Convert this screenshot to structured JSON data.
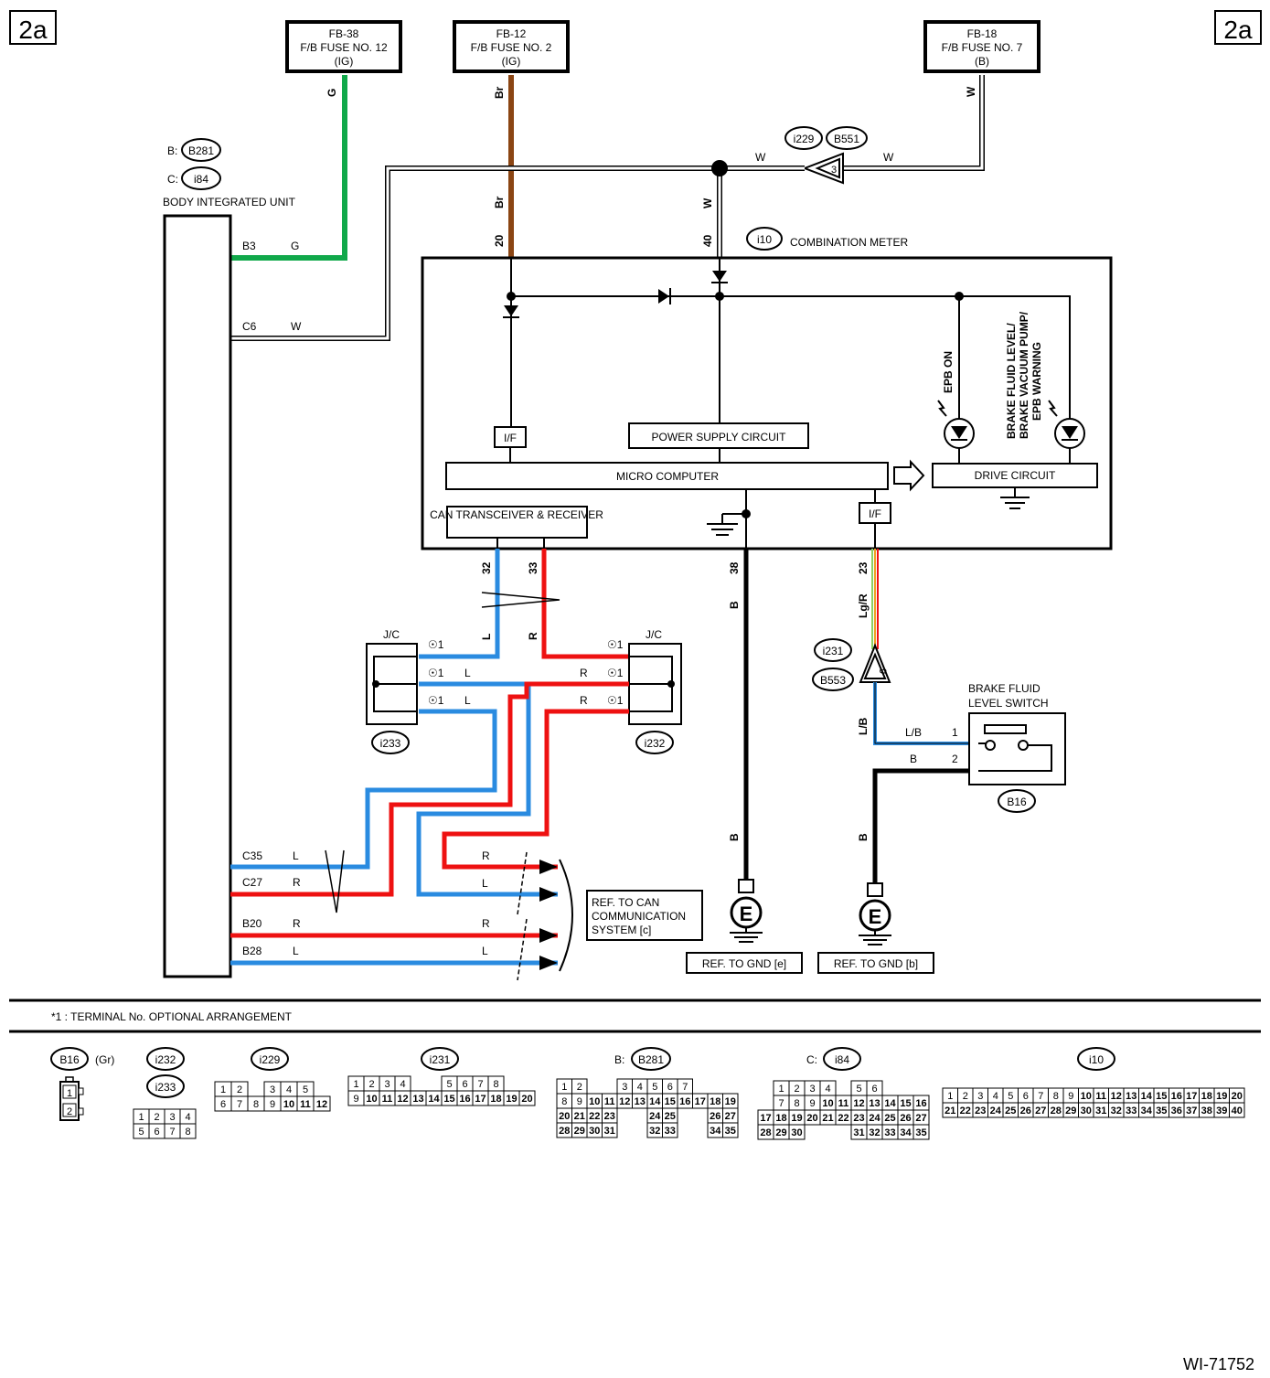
{
  "page_tag": "2a",
  "figure_id": "WI-71752",
  "colors": {
    "green": "#10a84a",
    "brown": "#8b4513",
    "red": "#ee1111",
    "blue": "#2a8be0",
    "black": "#000000",
    "orange": "#f0a020",
    "lgreen": "#8fcf60"
  },
  "fuses": [
    {
      "id": "FB-38",
      "name": "F/B FUSE NO. 12",
      "type": "(IG)",
      "wire": "G"
    },
    {
      "id": "FB-12",
      "name": "F/B FUSE NO. 2",
      "type": "(IG)",
      "wire": "Br"
    },
    {
      "id": "FB-18",
      "name": "F/B FUSE NO. 7",
      "type": "(B)",
      "wire": "W"
    }
  ],
  "biu": {
    "title": "BODY INTEGRATED UNIT",
    "prefix_b": "B:",
    "prefix_c": "C:",
    "conn_b": "B281",
    "conn_c": "i84",
    "pins": [
      {
        "pin": "B3",
        "wire": "G"
      },
      {
        "pin": "C6",
        "wire": "W"
      },
      {
        "pin": "C35",
        "wire": "L"
      },
      {
        "pin": "C27",
        "wire": "R"
      },
      {
        "pin": "B20",
        "wire": "R"
      },
      {
        "pin": "B28",
        "wire": "L"
      }
    ]
  },
  "joint": {
    "conn_a": "i229",
    "conn_b": "B551",
    "pin": "3",
    "wire_left": "W",
    "wire_right": "W"
  },
  "meter": {
    "conn": "i10",
    "title": "COMBINATION METER",
    "pin_br": "20",
    "wire_br": "Br",
    "pin_w": "40",
    "wire_w": "W",
    "if_label": "I/F",
    "power_supply": "POWER SUPPLY CIRCUIT",
    "micro": "MICRO COMPUTER",
    "can": "CAN TRANSCEIVER & RECEIVER",
    "drive": "DRIVE CIRCUIT",
    "led1": "EPB ON",
    "led2_l1": "BRAKE FLUID LEVEL/",
    "led2_l2": "BRAKE VACUUM PUMP/",
    "led2_l3": "EPB WARNING",
    "pin32": "32",
    "pin33": "33",
    "pin38": "38",
    "pin23": "23"
  },
  "wires": {
    "L": "L",
    "R": "R",
    "B": "B",
    "LgR": "Lg/R",
    "LB": "L/B"
  },
  "jc": {
    "title": "J/C",
    "left_conn": "i233",
    "right_conn": "i232",
    "star": "☉1"
  },
  "jp2": {
    "conn_a": "i231",
    "conn_b": "B553",
    "pin": "9"
  },
  "switch": {
    "title_l1": "BRAKE FLUID",
    "title_l2": "LEVEL SWITCH",
    "conn": "B16",
    "pin1": "1",
    "pin2": "2",
    "wire1": "L/B",
    "wire2": "B"
  },
  "refs": {
    "can_l1": "REF. TO CAN",
    "can_l2": "COMMUNICATION",
    "can_l3": "SYSTEM [c]",
    "gnd_e": "REF. TO GND [e]",
    "gnd_b": "REF. TO GND [b]",
    "e": "E"
  },
  "footnote": "*1  : TERMINAL No. OPTIONAL ARRANGEMENT",
  "connectors": {
    "B16": {
      "label": "B16",
      "note": "(Gr)",
      "pins": [
        "1",
        "2"
      ]
    },
    "i232": {
      "label": "i232"
    },
    "i233": {
      "label": "i233",
      "rows": [
        [
          "1",
          "2",
          "3",
          "4"
        ],
        [
          "5",
          "6",
          "7",
          "8"
        ]
      ]
    },
    "i229": {
      "label": "i229",
      "rows": [
        [
          "1",
          "2",
          "",
          "3",
          "4",
          "5"
        ],
        [
          "6",
          "7",
          "8",
          "9",
          "10",
          "11",
          "12"
        ]
      ]
    },
    "i231": {
      "label": "i231",
      "rows": [
        [
          "1",
          "2",
          "3",
          "4",
          "",
          "",
          "5",
          "6",
          "7",
          "8"
        ],
        [
          "9",
          "10",
          "11",
          "12",
          "13",
          "14",
          "15",
          "16",
          "17",
          "18",
          "19",
          "20"
        ]
      ]
    },
    "B281": {
      "prefix": "B:",
      "label": "B281",
      "rows": [
        [
          "1",
          "2",
          "",
          "",
          "3",
          "4",
          "5",
          "6",
          "7"
        ],
        [
          "8",
          "9",
          "10",
          "11",
          "12",
          "13",
          "14",
          "15",
          "16",
          "17",
          "18",
          "19"
        ],
        [
          "20",
          "21",
          "22",
          "23",
          "",
          "",
          "24",
          "25",
          "",
          "",
          "26",
          "27"
        ],
        [
          "28",
          "29",
          "30",
          "31",
          "",
          "",
          "32",
          "33",
          "",
          "",
          "34",
          "35"
        ]
      ]
    },
    "i84": {
      "prefix": "C:",
      "label": "i84",
      "rows": [
        [
          "",
          "1",
          "2",
          "3",
          "4",
          "",
          "5",
          "6"
        ],
        [
          "",
          "7",
          "8",
          "9",
          "10",
          "11",
          "12",
          "13",
          "14",
          "15",
          "16"
        ],
        [
          "17",
          "18",
          "19",
          "20",
          "21",
          "22",
          "23",
          "24",
          "25",
          "26",
          "27"
        ],
        [
          "28",
          "29",
          "30",
          "",
          "",
          "",
          "31",
          "32",
          "33",
          "34",
          "35"
        ]
      ]
    },
    "i10": {
      "label": "i10",
      "rows": [
        [
          "1",
          "2",
          "3",
          "4",
          "5",
          "6",
          "7",
          "8",
          "9",
          "10",
          "11",
          "12",
          "13",
          "14",
          "15",
          "16",
          "17",
          "18",
          "19",
          "20"
        ],
        [
          "21",
          "22",
          "23",
          "24",
          "25",
          "26",
          "27",
          "28",
          "29",
          "30",
          "31",
          "32",
          "33",
          "34",
          "35",
          "36",
          "37",
          "38",
          "39",
          "40"
        ]
      ]
    }
  }
}
